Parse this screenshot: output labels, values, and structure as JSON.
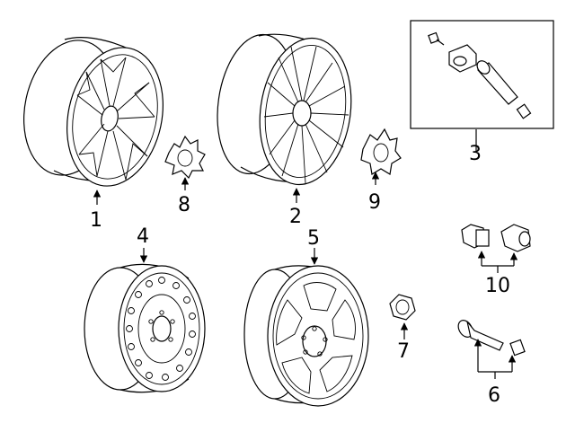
{
  "diagram": {
    "callouts": {
      "c1": "1",
      "c2": "2",
      "c3": "3",
      "c4": "4",
      "c5": "5",
      "c6": "6",
      "c7": "7",
      "c8": "8",
      "c9": "9",
      "c10": "10"
    },
    "parts": [
      "alloy-wheel-spoke-style-a",
      "alloy-wheel-spoke-style-b",
      "tpms-sensor-kit",
      "steel-spare-wheel",
      "alloy-wheel-five-window",
      "valve-stem-and-cap",
      "lug-nut",
      "center-cap-a",
      "center-cap-b",
      "wheel-lock-set"
    ],
    "colors": {
      "line": "#000000",
      "background": "#ffffff"
    }
  }
}
